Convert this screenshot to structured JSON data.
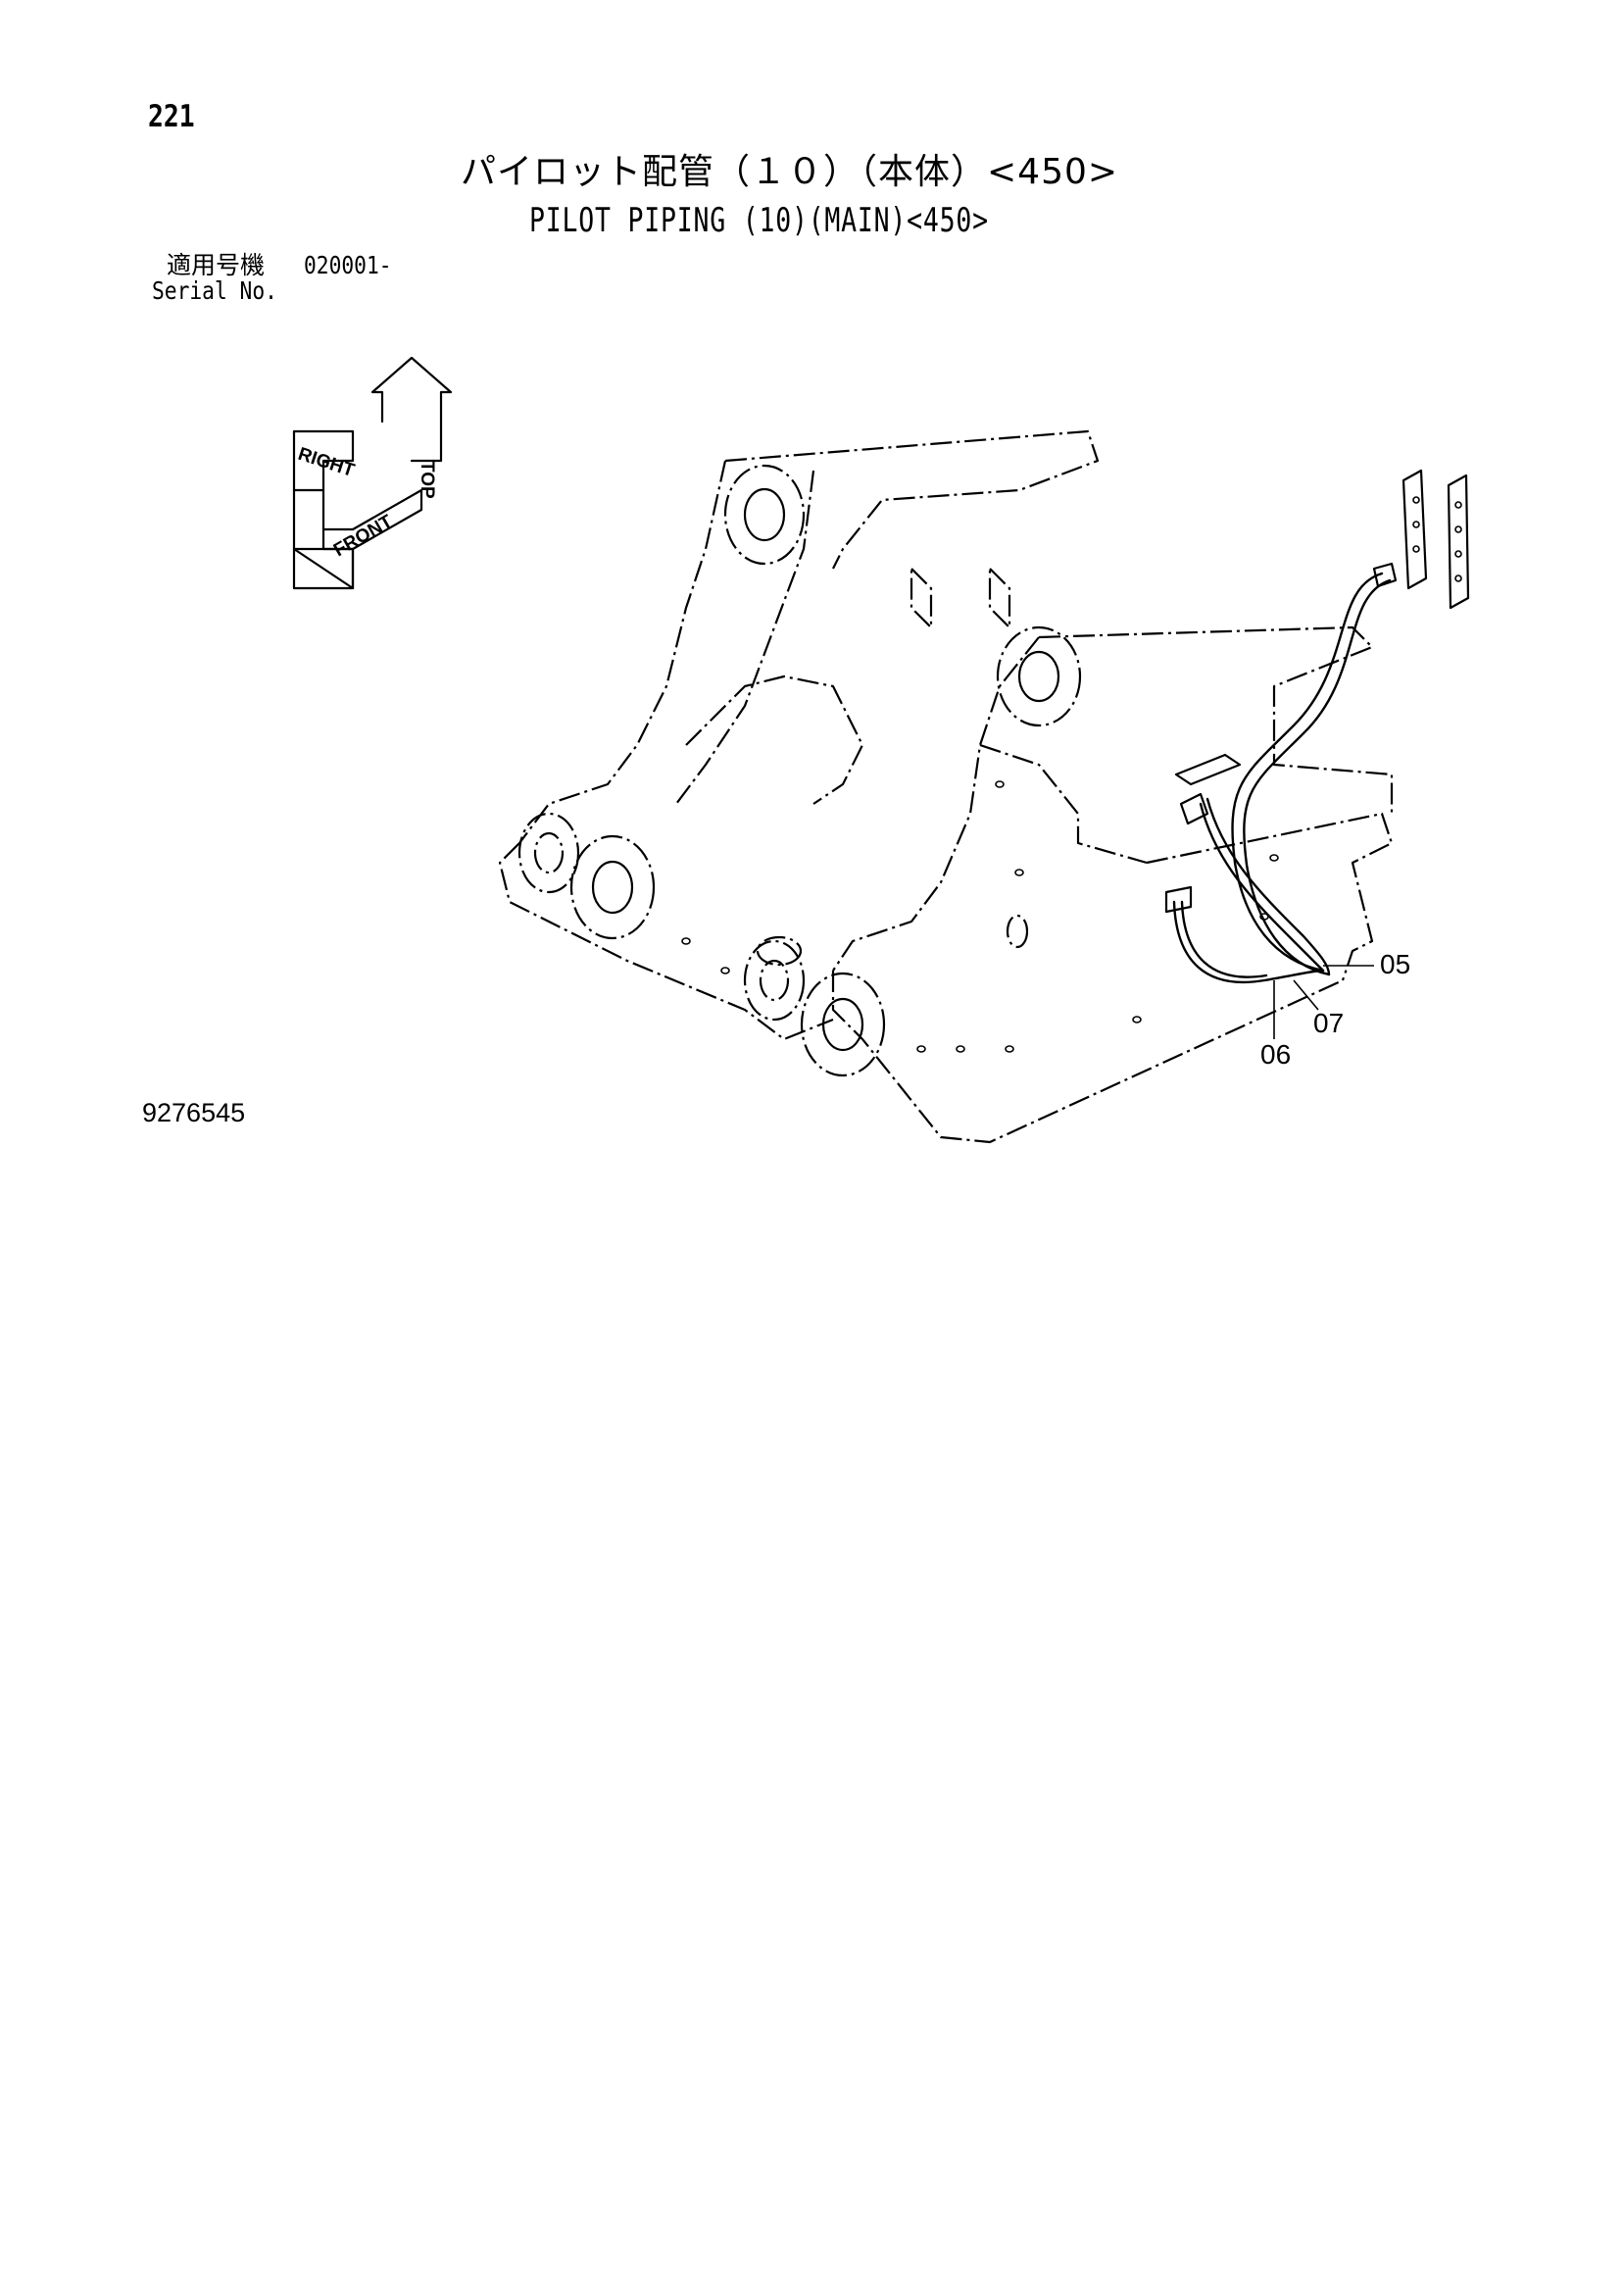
{
  "header": {
    "page_number": "221",
    "title_jp": "パイロット配管（１０）（本体）<450>",
    "title_en": "PILOT PIPING (10)(MAIN)<450>",
    "serial_label_jp": "適用号機",
    "serial_value": "020001-",
    "serial_label_en": "Serial No."
  },
  "orientation_indicator": {
    "top": "TOP",
    "right": "RIGHT",
    "front": "FRONT"
  },
  "callouts": {
    "c05": "05",
    "c06": "06",
    "c07": "07"
  },
  "footer": {
    "drawing_number": "9276545"
  }
}
